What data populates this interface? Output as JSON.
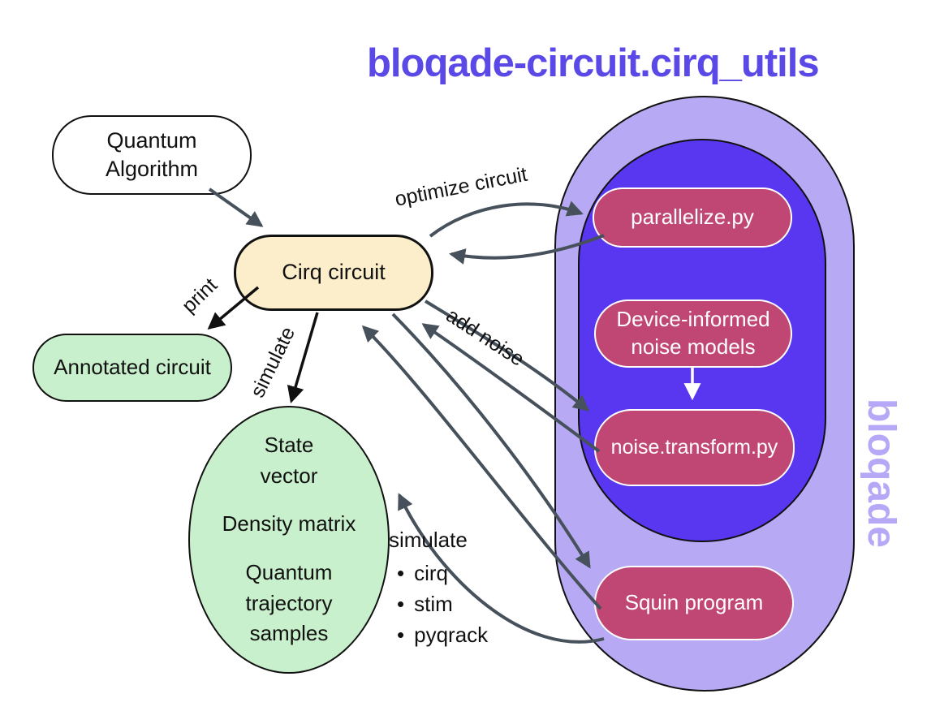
{
  "title": "bloqade-circuit.cirq_utils",
  "brand_label": "bloqade",
  "nodes": {
    "quantum_algorithm": "Quantum Algorithm",
    "cirq_circuit": "Cirq circuit",
    "annotated_circuit": "Annotated circuit",
    "results": {
      "p1": "State vector",
      "p2": "Density matrix",
      "p3": "Quantum trajectory samples"
    },
    "parallelize": "parallelize.py",
    "noise_models": "Device-informed noise models",
    "noise_transform": "noise.transform.py",
    "squin_program": "Squin program"
  },
  "edge_labels": {
    "optimize": "optimize circuit",
    "add_noise": "add noise",
    "print": "print",
    "simulate": "simulate"
  },
  "simulate_list": {
    "header": "simulate",
    "bullet": "•",
    "items": [
      "cirq",
      "stim",
      "pyqrack"
    ]
  },
  "colors": {
    "title_text": "#5a49e6",
    "outer_capsule": "#b7a9f4",
    "inner_capsule": "#5936f0",
    "module_box": "#c04673",
    "green_box": "#c9f0cc",
    "cream_box": "#fceecb",
    "arrow_slate": "#46515c",
    "arrow_black": "#101010",
    "brand_text": "#b6a8f6"
  }
}
